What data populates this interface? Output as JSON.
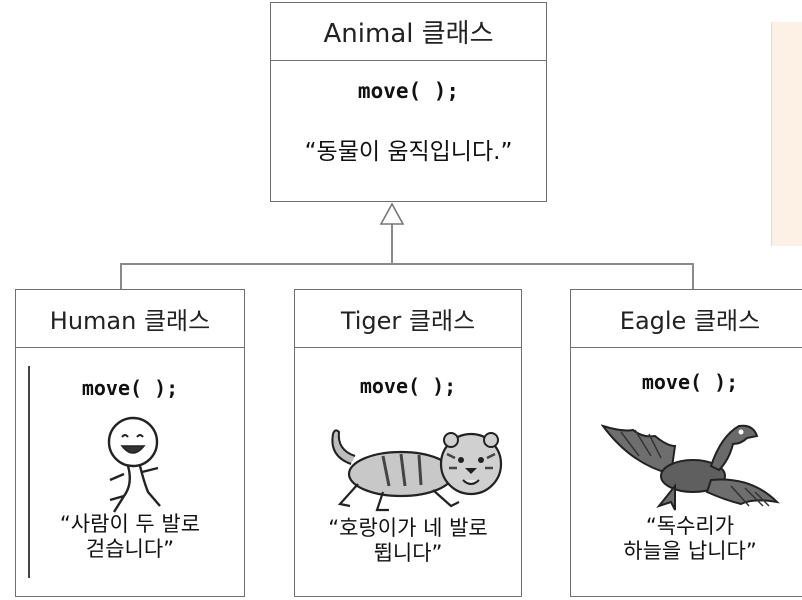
{
  "diagram": {
    "parent": {
      "title": "Animal 클래스",
      "method": "move( );",
      "description": "“동물이  움직입니다.”"
    },
    "children": [
      {
        "title": "Human 클래스",
        "method": "move( );",
        "description": "“사람이  두 발로\n걷습니다”",
        "icon": "running-child-icon"
      },
      {
        "title": "Tiger 클래스",
        "method": "move( );",
        "description": "“호랑이가  네 발로\n뜁니다”",
        "icon": "running-tiger-icon"
      },
      {
        "title": "Eagle 클래스",
        "method": "move( );",
        "description": "“독수리가\n하늘을  납니다”",
        "icon": "flying-eagle-icon"
      }
    ]
  }
}
